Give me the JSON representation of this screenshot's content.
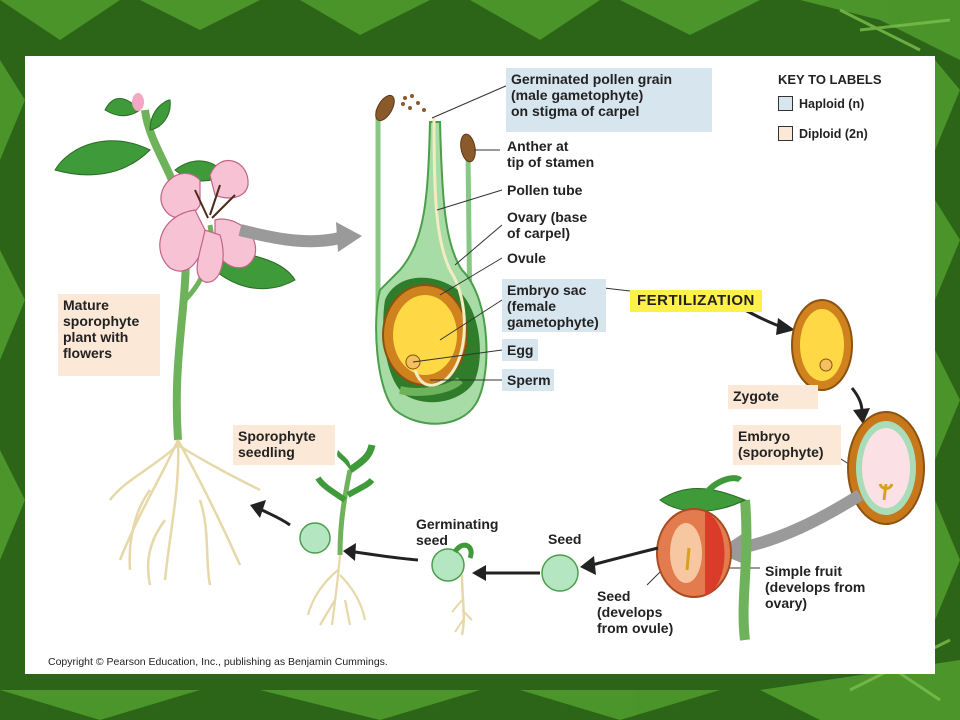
{
  "labels": {
    "pollen_grain": "Germinated pollen grain\n(male gametophyte)\non stigma of carpel",
    "anther": "Anther at\ntip of stamen",
    "pollen_tube": "Pollen tube",
    "ovary": "Ovary (base\nof carpel)",
    "ovule": "Ovule",
    "embryo_sac": "Embryo sac\n(female\ngametophyte)",
    "egg": "Egg",
    "sperm": "Sperm",
    "fertilization": "FERTILIZATION",
    "zygote": "Zygote",
    "embryo": "Embryo\n(sporophyte)",
    "simple_fruit": "Simple fruit\n(develops from\novary)",
    "seed_develops": "Seed\n(develops\nfrom ovule)",
    "seed": "Seed",
    "germinating_seed": "Germinating\nseed",
    "seedling": "Sporophyte\nseedling",
    "mature_plant": "Mature\nsporophyte\nplant with\nflowers"
  },
  "key": {
    "title": "KEY TO LABELS",
    "haploid": "Haploid (n)",
    "diploid": "Diploid (2n)",
    "haploid_color": "#d7e6ee",
    "diploid_color": "#fbe8d6"
  },
  "copyright": "Copyright © Pearson Education, Inc., publishing as Benjamin Cummings."
}
